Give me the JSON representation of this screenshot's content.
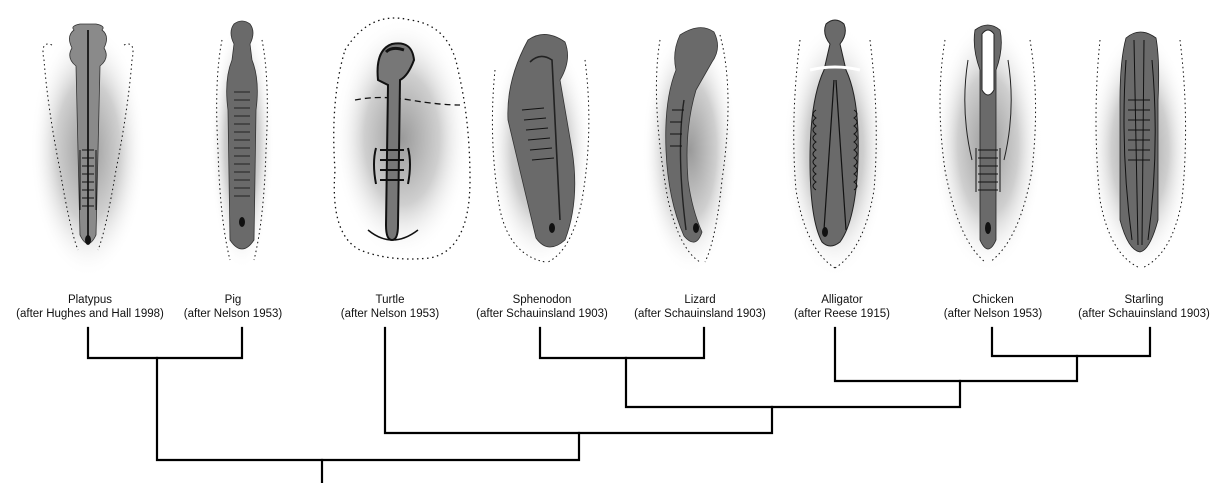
{
  "taxa": [
    {
      "id": "platypus",
      "name": "Platypus",
      "citation": "(after Hughes and Hall 1998)"
    },
    {
      "id": "pig",
      "name": "Pig",
      "citation": "(after Nelson 1953)"
    },
    {
      "id": "turtle",
      "name": "Turtle",
      "citation": "(after Nelson 1953)"
    },
    {
      "id": "sphenodon",
      "name": "Sphenodon",
      "citation": "(after Schauinsland 1903)"
    },
    {
      "id": "lizard",
      "name": "Lizard",
      "citation": "(after Schauinsland 1903)"
    },
    {
      "id": "alligator",
      "name": "Alligator",
      "citation": "(after Reese 1915)"
    },
    {
      "id": "chicken",
      "name": "Chicken",
      "citation": "(after Nelson 1953)"
    },
    {
      "id": "starling",
      "name": "Starling",
      "citation": "(after Schauinsland 1903)"
    }
  ],
  "tree": {
    "topology": "((Platypus,Pig),(Turtle,((Sphenodon,Lizard),(Alligator,(Chicken,Starling)))))"
  },
  "colors": {
    "line": "#000000",
    "embryo_fill": "#6a6a6a",
    "halo": "#cfcfcf"
  }
}
